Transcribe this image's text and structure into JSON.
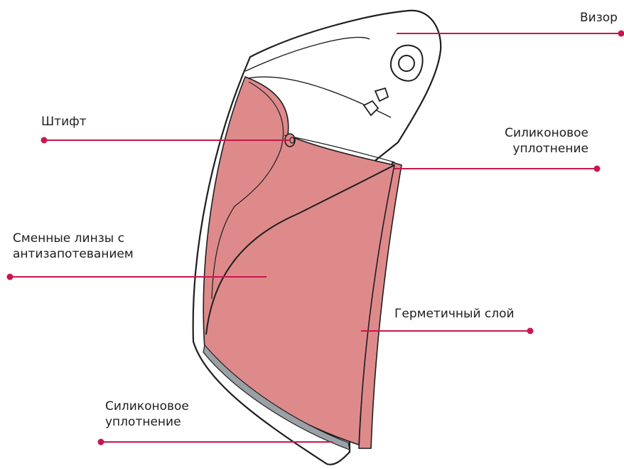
{
  "accent_color": "#c8174d",
  "lens_color": "#de8a8b",
  "labels": {
    "visor": "Визор",
    "pin": "Штифт",
    "seal_top": [
      "Силиконовое",
      "уплотнение"
    ],
    "lens": [
      "Сменные линзы с",
      "антизапотеванием"
    ],
    "sealed_layer": "Герметичный слой",
    "seal_bottom": [
      "Силиконовое",
      "уплотнение"
    ]
  }
}
